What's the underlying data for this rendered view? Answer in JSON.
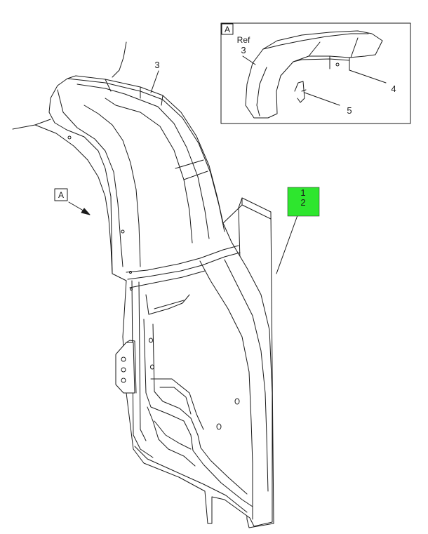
{
  "callouts": {
    "main_part": "3",
    "inset_ref": "Ref",
    "inset_ref_part": "3",
    "inset_part_4": "4",
    "inset_part_5": "5",
    "highlight_part_1": "1",
    "highlight_part_2": "2"
  },
  "views": {
    "inset_view_label": "A",
    "main_view_label": "A"
  },
  "colors": {
    "highlight": "#2ee62e",
    "line": "#1a1a1a"
  }
}
